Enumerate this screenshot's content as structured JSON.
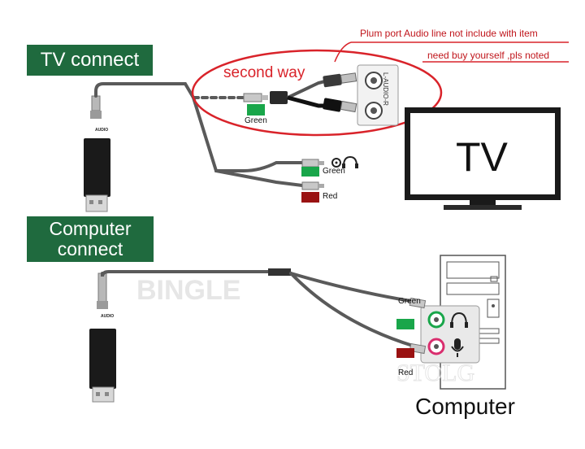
{
  "labels": {
    "tv_connect": "TV connect",
    "computer_connect_line1": "Computer",
    "computer_connect_line2": "connect",
    "second_way": "second way",
    "note_line1": "Plum port Audio line not include with item",
    "note_line2": "need buy yourself ,pls noted",
    "tv": "TV",
    "computer": "Computer",
    "audio_port": "L-AUDIO-R",
    "usb_audio_top": "AUDIO",
    "usb_audio_bottom": "AUDIO"
  },
  "color_tags": {
    "tv_rca_green": "Green",
    "tv_headphone_green": "Green",
    "tv_mic_red": "Red",
    "pc_green": "Green",
    "pc_red": "Red"
  },
  "watermark": {
    "brand": "BINGLE",
    "seal": "STOLG"
  },
  "colors": {
    "label_bg": "#1f6a3e",
    "green_tag": "#19a64a",
    "red_tag": "#9a1212",
    "highlight_red": "#d9232a",
    "cable": "#5a5a5a"
  }
}
